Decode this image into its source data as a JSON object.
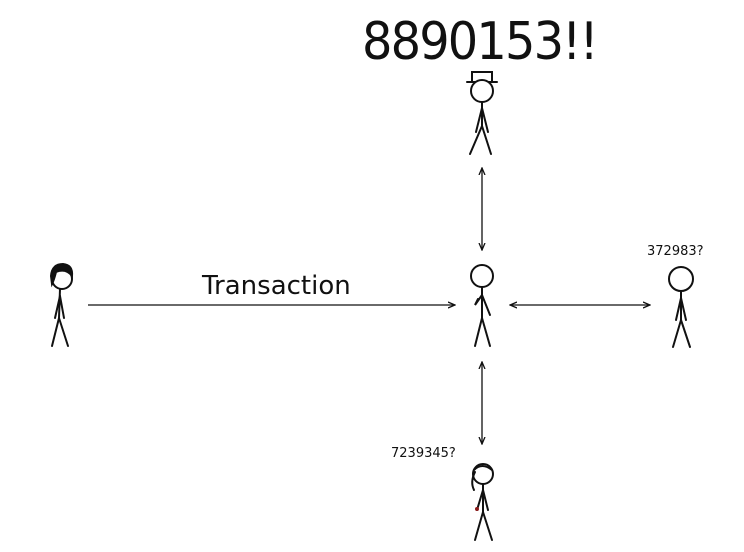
{
  "labels": {
    "top_shout": "8890153!!",
    "transaction": "Transaction",
    "right_query": "372983?",
    "bottom_query": "7239345?"
  },
  "colors": {
    "ink": "#111111",
    "background": "#ffffff",
    "accent_spot": "#8b1a1a"
  }
}
